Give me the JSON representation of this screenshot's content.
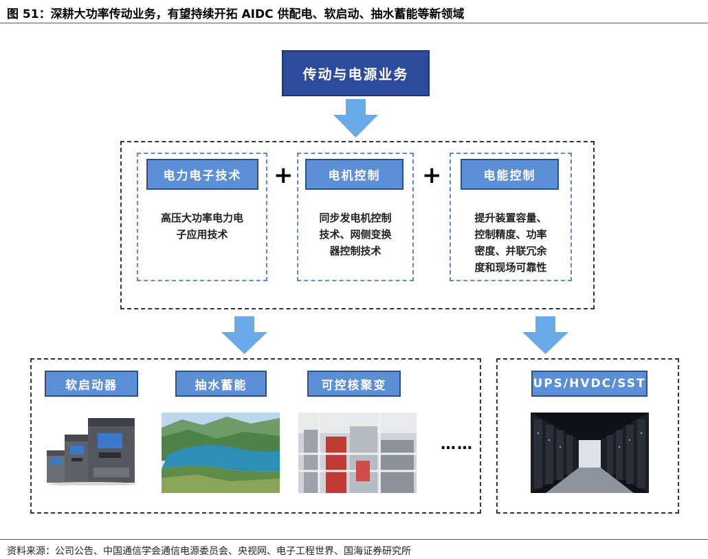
{
  "figure_title": "图 51：深耕大功率传动业务，有望持续开拓 AIDC 供配电、软启动、抽水蓄能等新领域",
  "top_box": "传动与电源业务",
  "technologies": [
    {
      "header": "电力电子技术",
      "desc_lines": [
        "高压大功率电力电",
        "子应用技术"
      ]
    },
    {
      "header": "电机控制",
      "desc_lines": [
        "同步发电机控制",
        "技术、网侧变换",
        "器控制技术"
      ]
    },
    {
      "header": "电能控制",
      "desc_lines": [
        "提升装置容量、",
        "控制精度、功率",
        "密度、并联冗余",
        "度和现场可靠性"
      ]
    }
  ],
  "plus_sign": "+",
  "applications": [
    {
      "label": "软启动器",
      "image": "soft-starter-devices"
    },
    {
      "label": "抽水蓄能",
      "image": "pumped-storage-reservoir"
    },
    {
      "label": "可控核聚变",
      "image": "fusion-facility"
    }
  ],
  "more_indicator": "……",
  "datacenter": {
    "label": "UPS/HVDC/SST",
    "image": "datacenter-server-aisle"
  },
  "source_note": "资料来源：公司公告、中国通信学会通信电源委员会、央视网、电子工程世界、国海证券研究所",
  "colors": {
    "dark_blue": "#2e4a9a",
    "header_blue": "#5b8fd6",
    "arrow_blue": "#6aaae8",
    "dash_blue": "#5b86d9"
  }
}
